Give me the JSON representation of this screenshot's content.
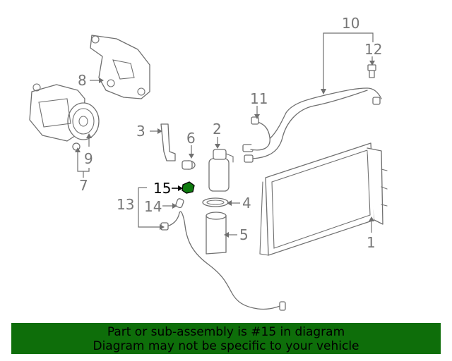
{
  "callouts": {
    "c1": "1",
    "c2": "2",
    "c3": "3",
    "c4": "4",
    "c5": "5",
    "c6": "6",
    "c7": "7",
    "c8": "8",
    "c9": "9",
    "c10": "10",
    "c11": "11",
    "c12": "12",
    "c13": "13",
    "c14": "14",
    "c15": "15"
  },
  "highlighted_part": "15",
  "colors": {
    "banner_bg": "#0e6e0a",
    "highlight": "#0e7a0e",
    "line_art": "#707070"
  },
  "banner": {
    "line1": "Part or sub-assembly is #15 in diagram",
    "line2": "Diagram may not be specific to your vehicle"
  }
}
